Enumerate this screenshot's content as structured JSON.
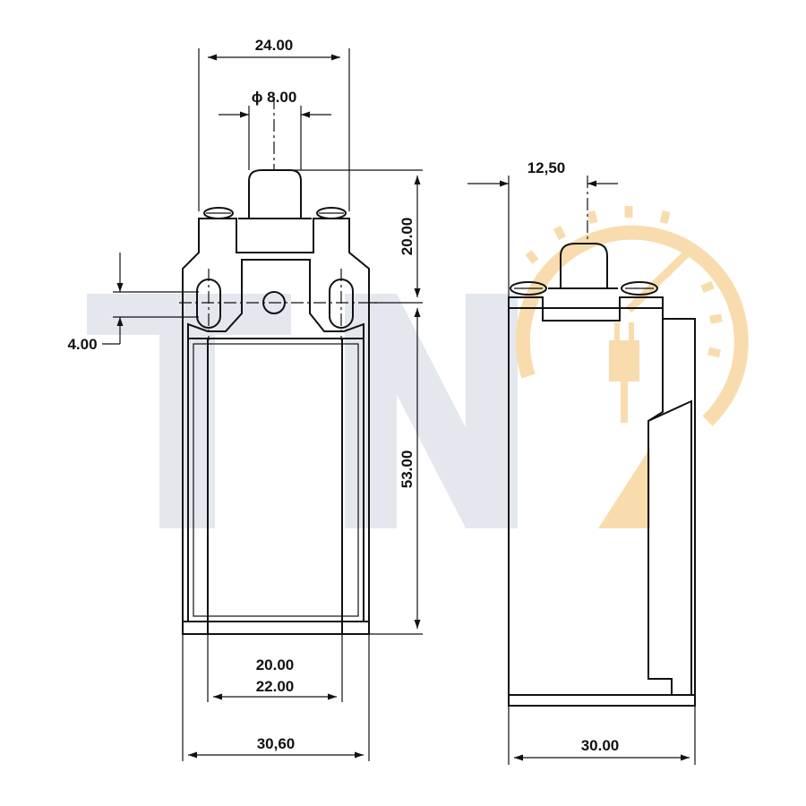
{
  "dimensions": {
    "front_top_width": "24.00",
    "plunger_diameter": "ϕ 8.00",
    "plunger_height": "20.00",
    "slot_offset": "4.00",
    "body_height": "53.00",
    "mount_spacing_inner": "20.00",
    "mount_spacing_outer": "22.00",
    "front_total_width": "30,60",
    "side_plunger_offset": "12,50",
    "side_total_width": "30.00"
  },
  "watermark": {
    "letters": "TN",
    "logo_icon": "plug-gauge-icon",
    "logo_color": "#f9dcae",
    "letter_color": "#e4e7ee"
  }
}
